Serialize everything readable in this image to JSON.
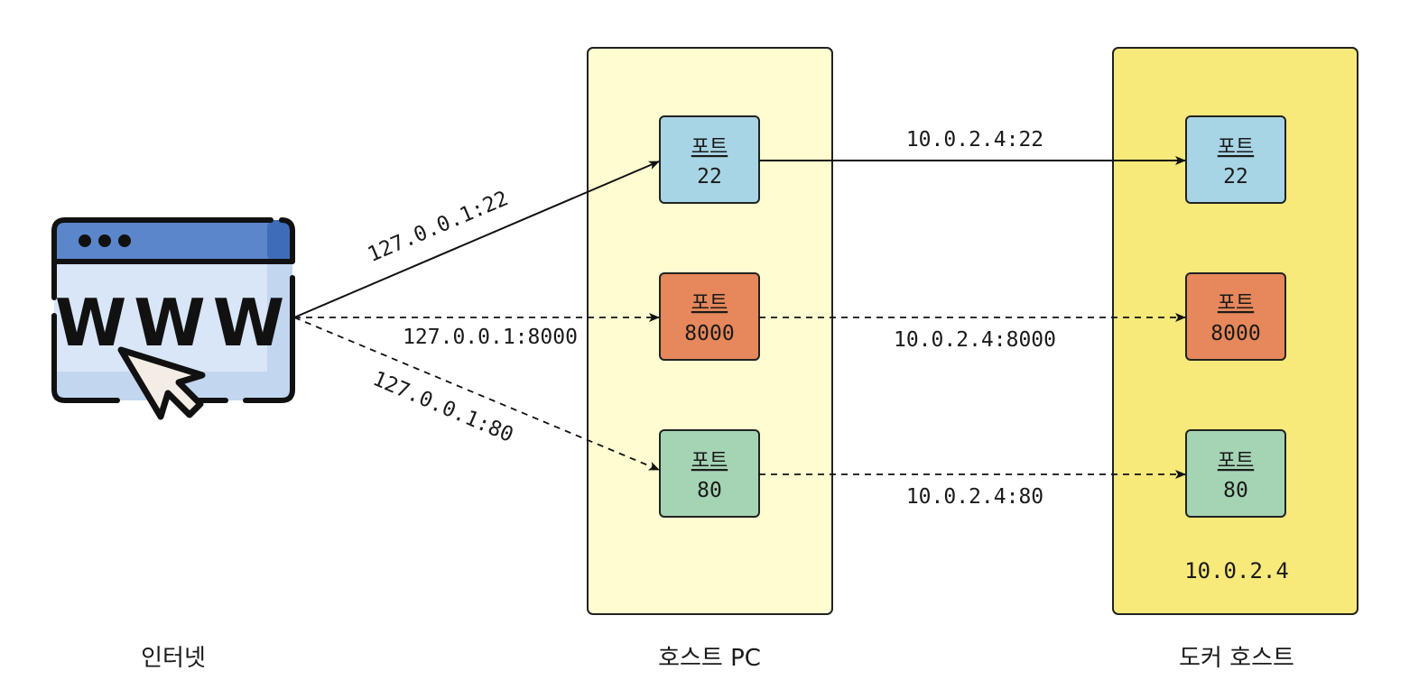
{
  "internet": {
    "label": "인터넷",
    "icon": "browser-www-cursor-icon",
    "www_text": "WWW"
  },
  "host_pc": {
    "label": "호스트 PC",
    "fill": "#FEFCD0",
    "ports": [
      {
        "title": "포트",
        "number": "22",
        "fill": "#A8D5E5"
      },
      {
        "title": "포트",
        "number": "8000",
        "fill": "#E6885B"
      },
      {
        "title": "포트",
        "number": "80",
        "fill": "#A4D4B4"
      }
    ]
  },
  "docker_host": {
    "label": "도커 호스트",
    "ip": "10.0.2.4",
    "fill": "#F7E97A",
    "ports": [
      {
        "title": "포트",
        "number": "22",
        "fill": "#A8D5E5"
      },
      {
        "title": "포트",
        "number": "8000",
        "fill": "#E6885B"
      },
      {
        "title": "포트",
        "number": "80",
        "fill": "#A4D4B4"
      }
    ]
  },
  "connections": {
    "internet_to_host": [
      {
        "label": "127.0.0.1:22",
        "style": "solid"
      },
      {
        "label": "127.0.0.1:8000",
        "style": "dashed"
      },
      {
        "label": "127.0.0.1:80",
        "style": "dashed"
      }
    ],
    "host_to_docker": [
      {
        "label": "10.0.2.4:22",
        "style": "solid"
      },
      {
        "label": "10.0.2.4:8000",
        "style": "dashed"
      },
      {
        "label": "10.0.2.4:80",
        "style": "dashed"
      }
    ]
  }
}
